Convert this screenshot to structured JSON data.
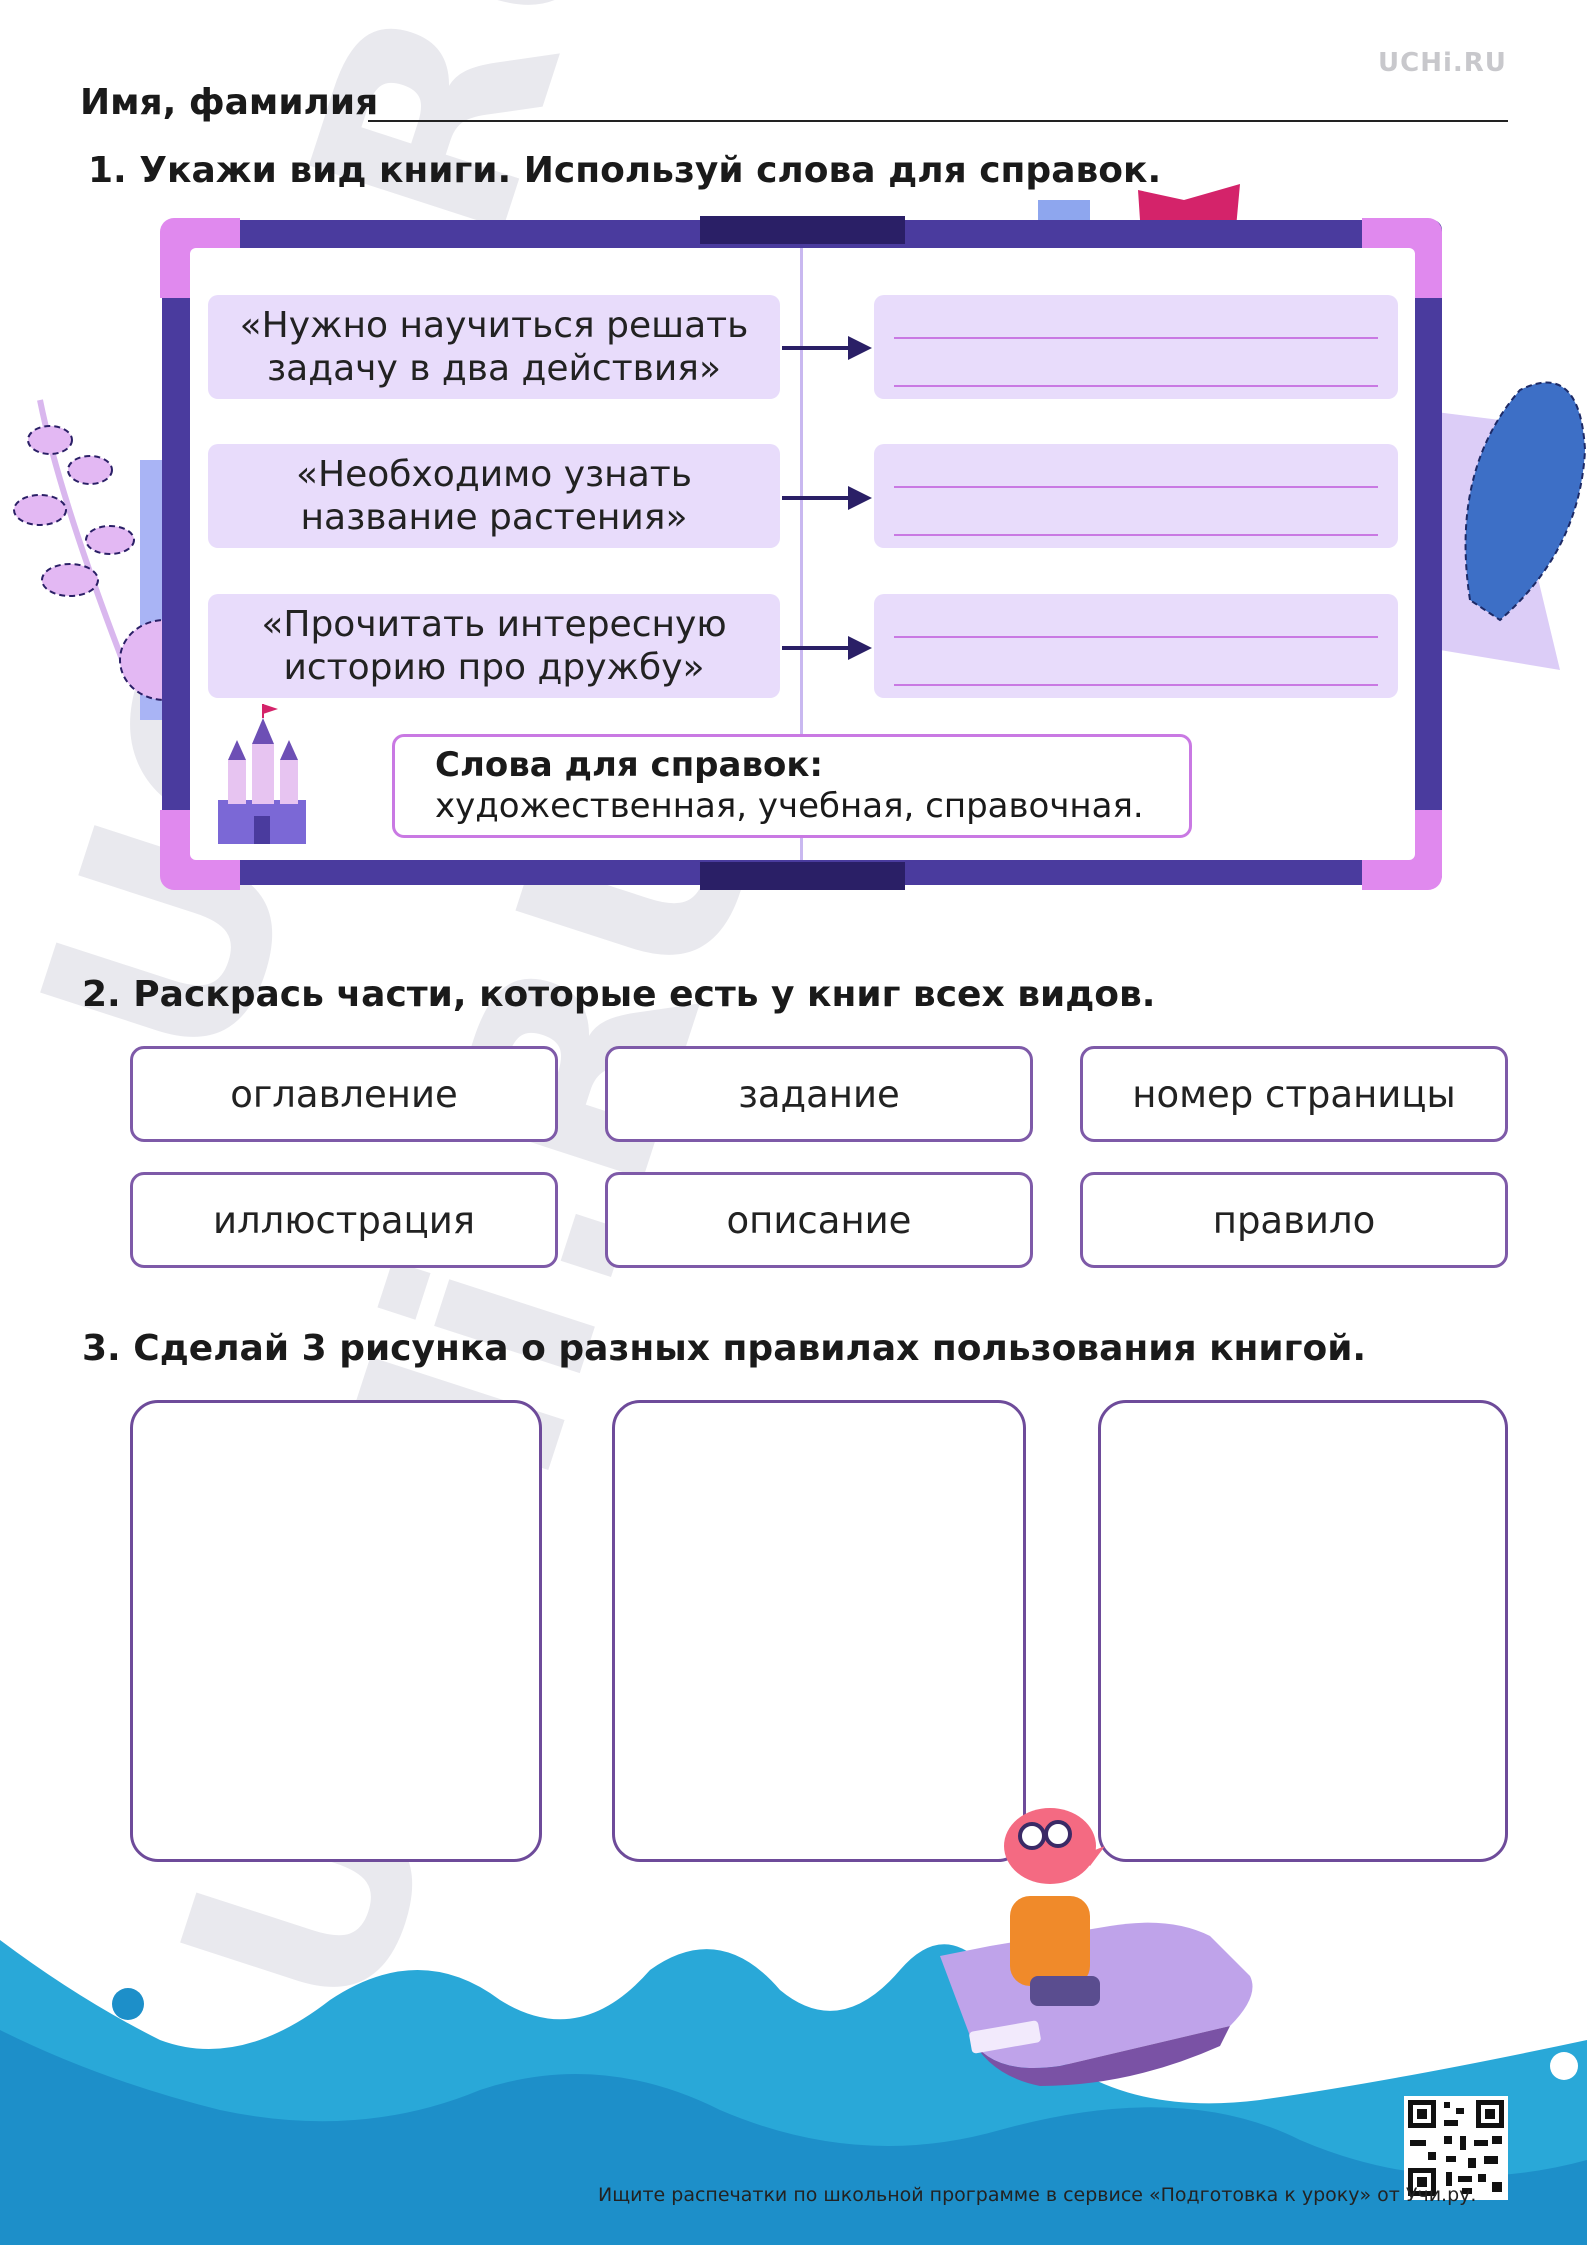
{
  "header": {
    "logo": "UCHi.RU",
    "name_label": "Имя, фамилия"
  },
  "task1": {
    "number": "1.",
    "title": "Укажи вид книги. Используй слова для справок.",
    "quotes": [
      "«Нужно научиться решать задачу в два действия»",
      "«Необходимо узнать название растения»",
      "«Прочитать интересную историю про дружбу»"
    ],
    "reference_title": "Слова для справок:",
    "reference_words": "художественная, учебная, справочная."
  },
  "task2": {
    "number": "2.",
    "title": "Раскрась части, которые есть у книг всех видов.",
    "parts": [
      "оглавление",
      "задание",
      "номер страницы",
      "иллюстрация",
      "описание",
      "правило"
    ]
  },
  "task3": {
    "number": "3.",
    "title": "Сделай 3 рисунка о разных правилах пользования книгой."
  },
  "footer": {
    "text": "Ищите распечатки по школьной программе в сервисе «Подготовка к уроку» от Учи.ру."
  },
  "colors": {
    "book_frame": "#4a3b9e",
    "quote_fill": "#e8dcfb",
    "accent_pink": "#c979e3",
    "box_border": "#7e5aa8",
    "wave_blue": "#29a8d8"
  }
}
